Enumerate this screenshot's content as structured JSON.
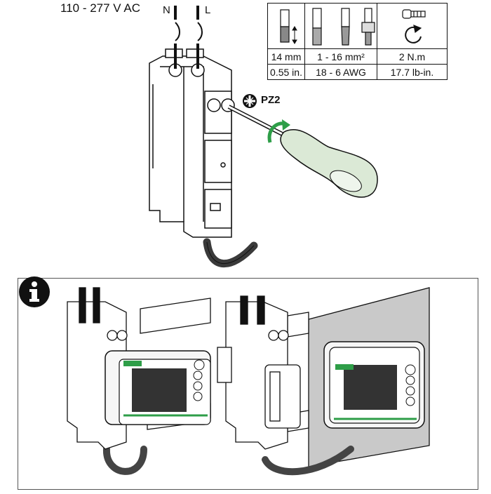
{
  "voltage_label": "110 - 277 V AC",
  "wire_labels": {
    "neutral": "N",
    "line": "L"
  },
  "spec_table": {
    "metric_row": [
      "14 mm",
      "1 - 16 mm²",
      "2 N.m"
    ],
    "imperial_row": [
      "0.55 in.",
      "18 - 6 AWG",
      "17.7 lb-in."
    ]
  },
  "screwdriver_type": "PZ2",
  "icons": {
    "strip_length": "wire-strip-length-icon",
    "wire_types": "wire-types-icon",
    "torque": "torque-screw-icon",
    "screwdriver_tip": "phillips-pozidriv-icon",
    "info": "info-icon"
  },
  "colors": {
    "green_accent": "#2e9e48",
    "outline": "#111111",
    "panel_grey": "#c9c9c9"
  }
}
